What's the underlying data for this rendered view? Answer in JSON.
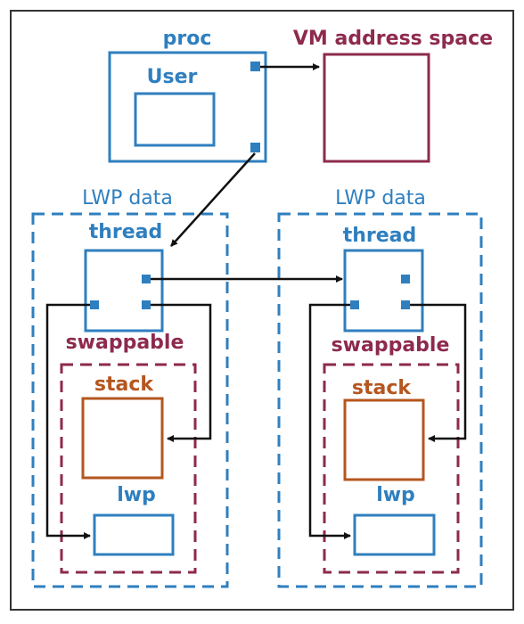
{
  "diagram": {
    "proc": {
      "label": "proc",
      "user_label": "User"
    },
    "vm": {
      "label": "VM address space"
    },
    "lwp_left": {
      "data_label": "LWP data",
      "thread_label": "thread",
      "swappable_label": "swappable",
      "stack_label": "stack",
      "lwp_label": "lwp"
    },
    "lwp_right": {
      "data_label": "LWP data",
      "thread_label": "thread",
      "swappable_label": "swappable",
      "stack_label": "stack",
      "lwp_label": "lwp"
    },
    "colors": {
      "blue": "#2f7fbf",
      "maroon": "#8e2a4e",
      "orange": "#b5561f",
      "black": "#111111",
      "frame": "#333333"
    }
  }
}
